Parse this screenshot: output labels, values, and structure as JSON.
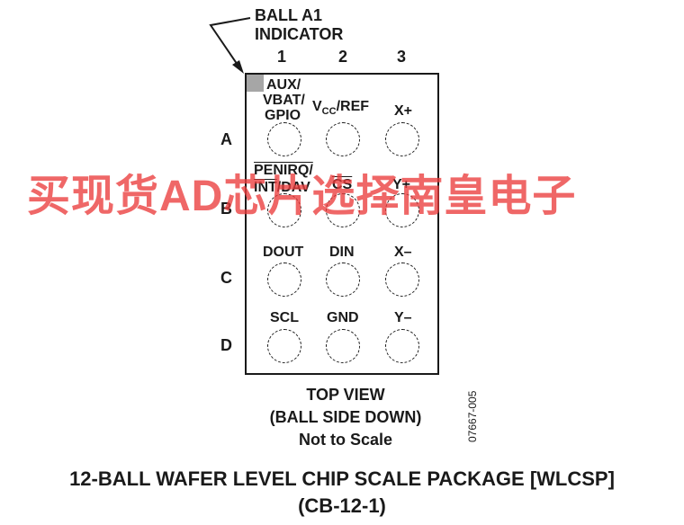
{
  "indicator": {
    "line1": "BALL A1",
    "line2": "INDICATOR"
  },
  "columns": [
    "1",
    "2",
    "3"
  ],
  "rows": [
    "A",
    "B",
    "C",
    "D"
  ],
  "balls": {
    "A1": {
      "l1": "AUX/",
      "l2": "VBAT/",
      "l3": "GPIO"
    },
    "A2": {
      "main": "V",
      "sub": "CC",
      "rest": "/REF"
    },
    "A3": {
      "label": "X+"
    },
    "B1": {
      "l1": "PENIRQ/",
      "l2a": "INT",
      "l2b": "/DAV"
    },
    "B2": {
      "label": "CS"
    },
    "B3": {
      "label": "Y+"
    },
    "C1": {
      "label": "DOUT"
    },
    "C2": {
      "label": "DIN"
    },
    "C3": {
      "label": "X–"
    },
    "D1": {
      "label": "SCL"
    },
    "D2": {
      "label": "GND"
    },
    "D3": {
      "label": "Y–"
    }
  },
  "view": {
    "line1": "TOP VIEW",
    "line2": "(BALL SIDE DOWN)",
    "line3": "Not to Scale"
  },
  "part_code": "07667-005",
  "caption": {
    "line1": "12-BALL WAFER LEVEL CHIP SCALE PACKAGE [WLCSP]",
    "line2": "(CB-12-1)"
  },
  "watermark": "买现货AD芯片选择南皇电子",
  "colors": {
    "watermark": "#eb3c3c",
    "a1_mark": "#a6a6a6",
    "ink": "#1a1a1a"
  }
}
